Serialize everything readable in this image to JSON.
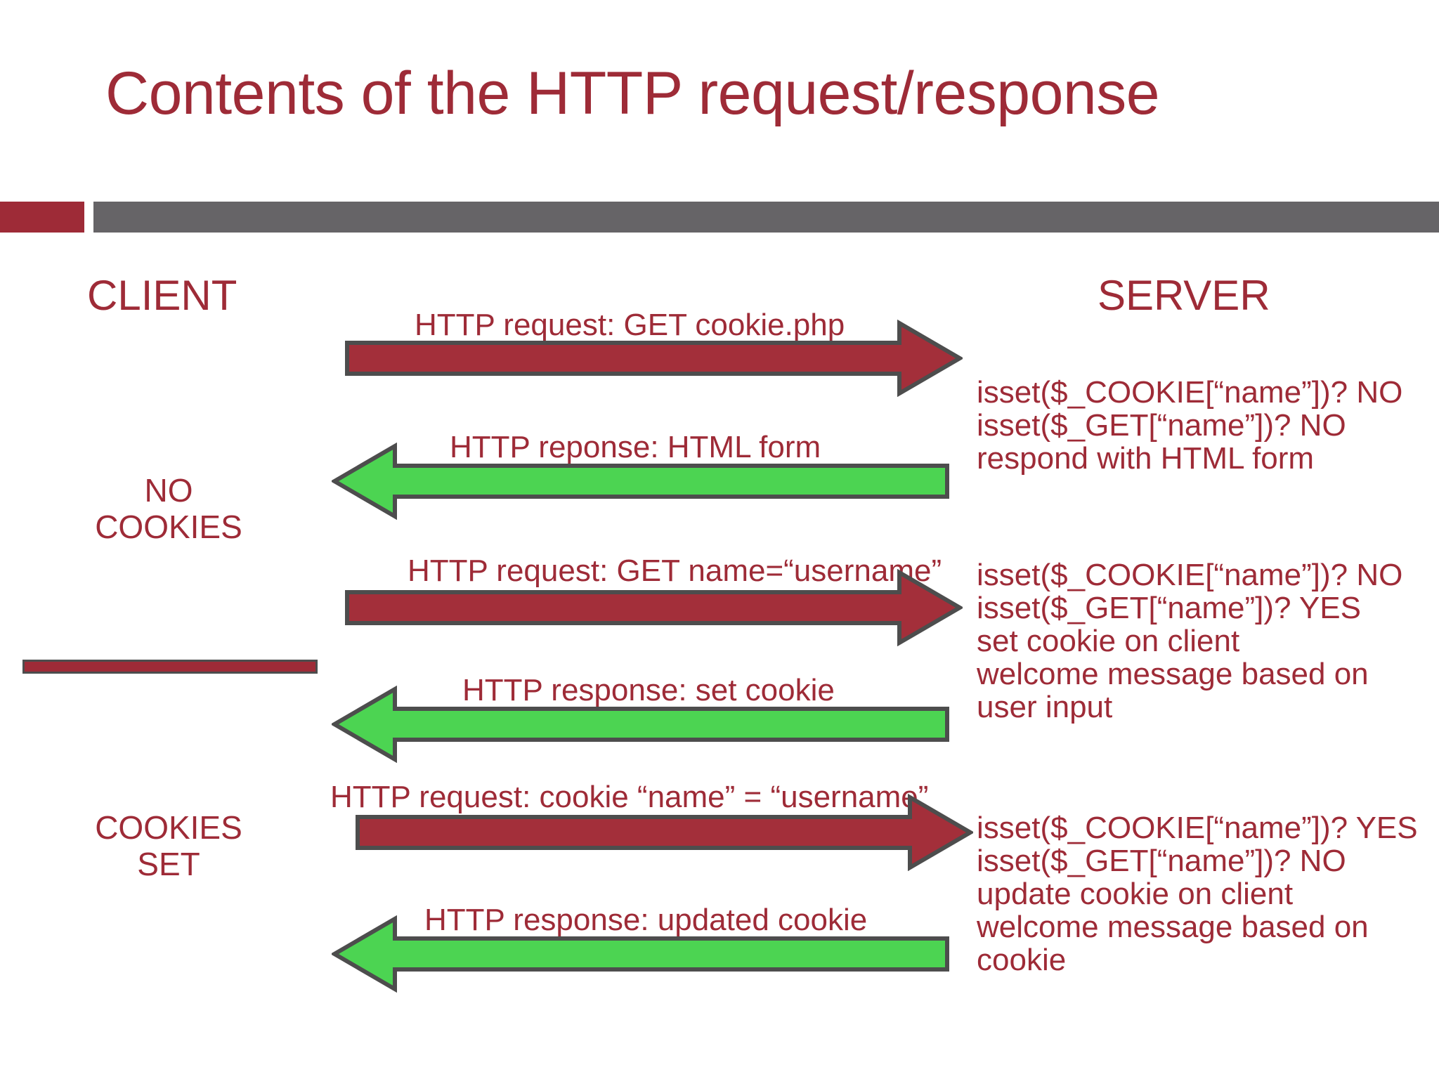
{
  "slide": {
    "title": "Contents of the HTTP request/response",
    "accent_color": "#9E2B37",
    "rule_gray_color": "#666467",
    "arrow_request_color": "#A32F3A",
    "arrow_response_color": "#4BD martinez"
  },
  "colors": {
    "dark_red": "#9E2B37",
    "gray_bar": "#666467",
    "request_arrow": "#A32F3A",
    "response_arrow": "#4CD452",
    "arrow_outline": "#4d4d4d"
  },
  "columns": {
    "client_label": "CLIENT",
    "server_label": "SERVER"
  },
  "client_states": [
    {
      "line1": "NO",
      "line2": "COOKIES"
    },
    {
      "line1": "COOKIES",
      "line2": "SET"
    }
  ],
  "messages": [
    {
      "caption": "HTTP request: GET cookie.php",
      "direction": "right",
      "kind": "request"
    },
    {
      "caption": "HTTP reponse: HTML form",
      "direction": "left",
      "kind": "response"
    },
    {
      "caption": "HTTP request: GET name=“username”",
      "direction": "right",
      "kind": "request"
    },
    {
      "caption": "HTTP response: set cookie",
      "direction": "left",
      "kind": "response"
    },
    {
      "caption": "HTTP request: cookie “name” = “username”",
      "direction": "right",
      "kind": "request"
    },
    {
      "caption": "HTTP response: updated cookie",
      "direction": "left",
      "kind": "response"
    }
  ],
  "server_notes": [
    {
      "lines": [
        "isset($_COOKIE[“name”])? NO",
        "isset($_GET[“name”])? NO",
        "respond with HTML form"
      ]
    },
    {
      "lines": [
        "isset($_COOKIE[“name”])? NO",
        "isset($_GET[“name”])? YES",
        "set cookie on client",
        "welcome message based on",
        "user input"
      ]
    },
    {
      "lines": [
        "isset($_COOKIE[“name”])? YES",
        "isset($_GET[“name”])? NO",
        "update cookie on client",
        "welcome message based on",
        "cookie"
      ]
    }
  ]
}
